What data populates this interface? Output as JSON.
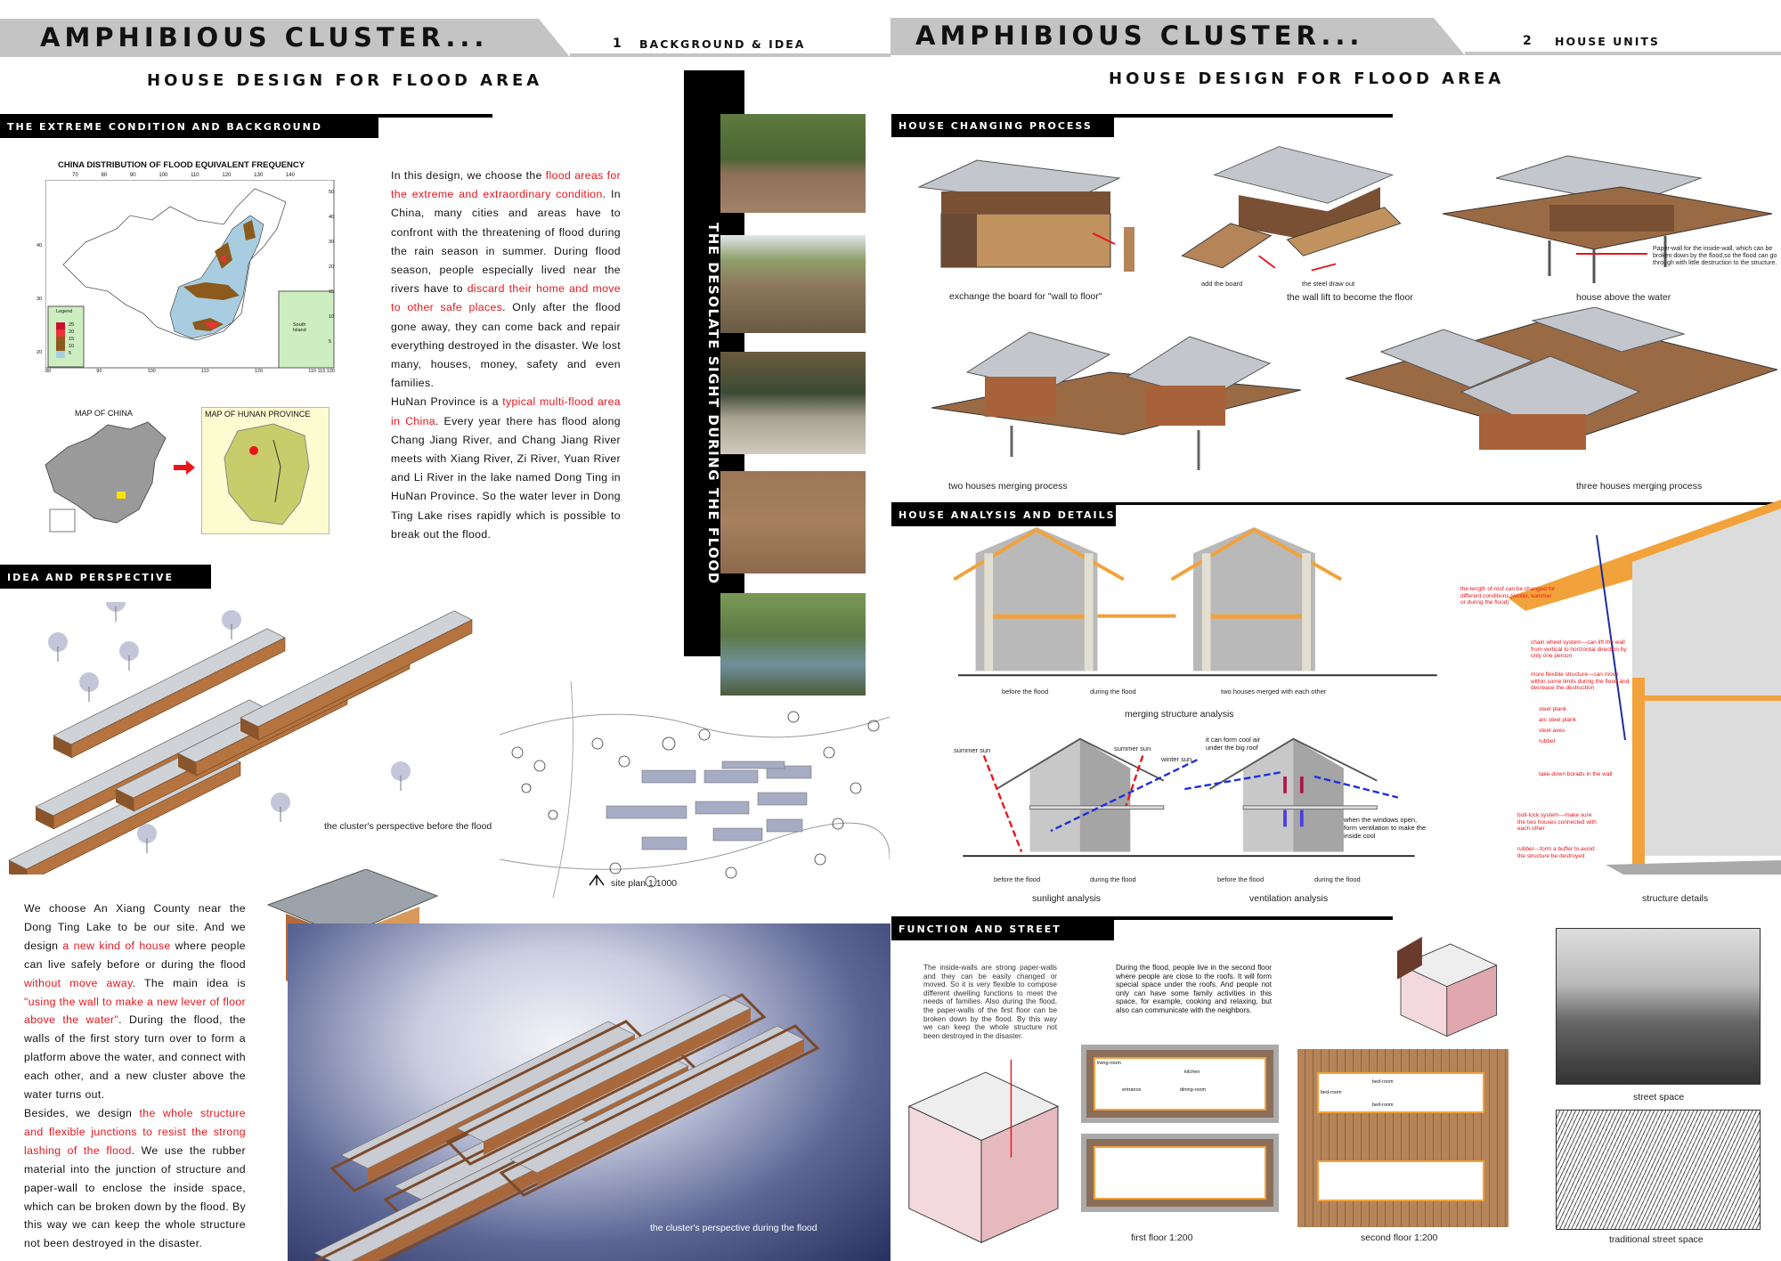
{
  "left_page": {
    "title": "AMPHIBIOUS CLUSTER...",
    "section_number": "1",
    "section_name": "BACKGROUND & IDEA",
    "subtitle": "HOUSE DESIGN FOR FLOOD AREA",
    "bar_background": "THE EXTREME CONDITION AND BACKGROUND",
    "bar_idea": "IDEA AND PERSPECTIVE",
    "flood_map": {
      "title": "CHINA DISTRIBUTION OF FLOOD EQUIVALENT FREQUENCY",
      "top_ticks": [
        "70",
        "80",
        "90",
        "100",
        "110",
        "120",
        "130",
        "140"
      ],
      "bottom_ticks": [
        "80",
        "90",
        "100",
        "110",
        "120",
        "110 115 120"
      ],
      "left_ticks": [
        "40",
        "30",
        "20"
      ],
      "right_ticks": [
        "50",
        "40",
        "30",
        "20",
        "15",
        "10",
        "5"
      ],
      "legend_title": "Legend",
      "legend": [
        {
          "label": "25",
          "color": "#c8102e"
        },
        {
          "label": "20",
          "color": "#f0303a"
        },
        {
          "label": "15",
          "color": "#8b5a1c"
        },
        {
          "label": "10",
          "color": "#8b5a1c"
        },
        {
          "label": "5",
          "color": "#a9cde0"
        }
      ],
      "inset_label": "South Island"
    },
    "map_china_label": "MAP OF CHINA",
    "map_hunan_label": "MAP OF HUNAN PROVINCE",
    "banner_text": "THE DESOLATE SIGHT DURING THE FLOOD",
    "paragraph1": [
      {
        "t": "In this design, we choose the ",
        "hl": false
      },
      {
        "t": "flood areas for the extreme and extraordinary condition",
        "hl": true
      },
      {
        "t": ". In China, many cities and areas have to confront with the threatening of flood during the rain season in summer. During flood season, people especially lived near the rivers have to ",
        "hl": false
      },
      {
        "t": "discard their home and move to other safe places",
        "hl": true
      },
      {
        "t": ". Only after the flood gone away, they can come back and repair everything destroyed in the disaster. We lost many, houses, money, safety and even families.",
        "hl": false
      }
    ],
    "paragraph2": [
      {
        "t": "HuNan Province is a ",
        "hl": false
      },
      {
        "t": "typical multi-flood area in China",
        "hl": true
      },
      {
        "t": ". Every year there has flood along Chang Jiang River, and Chang Jiang River meets with Xiang River, Zi River, Yuan River and Li River in the lake named Dong Ting in HuNan Province. So the water lever in Dong Ting Lake rises rapidly which is possible to break out the flood.",
        "hl": false
      }
    ],
    "paragraph3": [
      {
        "t": "We choose An Xiang County near the Dong Ting Lake to be our site. And we design ",
        "hl": false
      },
      {
        "t": "a new kind of house",
        "hl": true
      },
      {
        "t": " where people can live safely before or during the flood ",
        "hl": false
      },
      {
        "t": "without move away",
        "hl": true
      },
      {
        "t": ". The main idea is ",
        "hl": false
      },
      {
        "t": "\"using the wall to make a new lever of floor above the water\"",
        "hl": true
      },
      {
        "t": ". During the flood, the walls of the first story turn over to form a platform above the water, and connect with each other, and a new cluster above the water turns out.",
        "hl": false
      }
    ],
    "paragraph4": [
      {
        "t": "Besides, we design ",
        "hl": false
      },
      {
        "t": "the whole structure and flexible junctions to resist the strong lashing of the flood",
        "hl": true
      },
      {
        "t": ". We use the rubber material into the junction of structure and paper-wall to enclose the inside space, which can be broken down by the flood. By this way we can keep the whole structure not been destroyed in the disaster.",
        "hl": false
      }
    ],
    "caption_before": "the cluster's perspective before the flood",
    "caption_site": "site plan 1:1000",
    "caption_during": "the cluster's perspective during the flood"
  },
  "right_page": {
    "title": "AMPHIBIOUS CLUSTER...",
    "section_number": "2",
    "section_name": "HOUSE UNITS",
    "subtitle": "HOUSE DESIGN FOR FLOOD AREA",
    "bar_changing": "HOUSE CHANGING PROCESS",
    "bar_analysis": "HOUSE ANALYSIS AND DETAILS",
    "bar_function": "FUNCTION AND STREET",
    "changing": {
      "cap1": "exchange the board for \"wall to floor\"",
      "add_board": "add the board",
      "steel_out": "the steel draw out",
      "cap2": "the wall lift to become the floor",
      "cap3": "house above the water",
      "paper_wall_note": "Paper-wall for the inside-wall, which can be broken down by the flood,so the flood can go through with little destruction to the structure.",
      "cap4": "two houses merging process",
      "cap5": "three houses merging process"
    },
    "analysis": {
      "before": "before the flood",
      "during": "during the flood",
      "merged": "two houses merged with each other",
      "merging_caption": "merging structure analysis",
      "summer_sun": "summer sun",
      "winter_sun": "winter sun",
      "cool_air": "it can form cool air under the big roof",
      "windows_open": "when the windows open, form ventilation to make the inside cool",
      "sunlight_caption": "sunlight analysis",
      "ventilation_caption": "ventilation analysis",
      "structure_caption": "structure details",
      "notes": [
        "the length of roof can be changed for different conditions (winter, summer or during the flood)",
        "chain wheel system---can lift the wall from vertical to horizontal direction by only one person",
        "more flexible structure---can move within some limits during the flood and decrease the destruction",
        "steel plank",
        "arc steel plank",
        "steel axes",
        "rubber",
        "take-down borads in the wall",
        "bolt-lock system---make sure the two houses connected with each other",
        "rubber---form a buffer to avoid the structure be destroyed"
      ]
    },
    "function": {
      "text1": "The inside-walls are strong paper-walls and they can be easily changed or moved. So it is very flexible to compose different dwelling functions to meet the needs of families. Also during the flood, the paper-walls of the first floor can be broken down by the flood. By this way we can keep the whole structure not been destroyed in the disaster.",
      "text2": "During the flood, people live in the second floor where people are close to the roofs. It will form special space under the roofs. And people not only can have some family activities in this space, for example, cooking and relaxing, but also can communicate with the neighbors.",
      "rooms_first": [
        "living-room",
        "kitchen",
        "entrance",
        "dining-room"
      ],
      "rooms_second": [
        "bed-room",
        "bed-room",
        "bed-room"
      ],
      "first_floor": "first floor  1:200",
      "second_floor": "second floor   1:200",
      "street_space": "street space",
      "traditional": "traditional street space"
    }
  },
  "colors": {
    "accent_red": "#e8141b",
    "header_gray": "#c4c4c4",
    "night_blue": "#2a3468",
    "timber": "#b98a5a",
    "roof": "#b9bcc2"
  }
}
